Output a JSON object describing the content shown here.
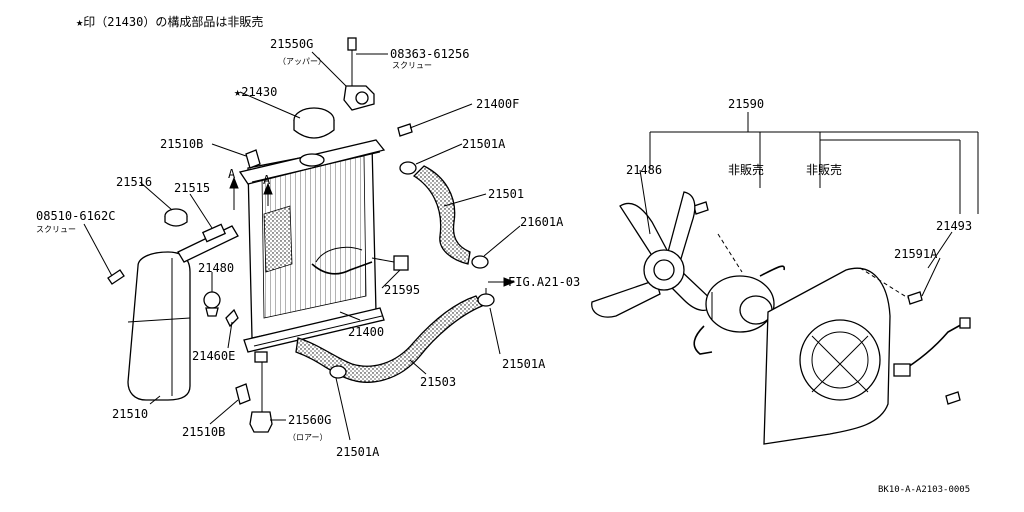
{
  "header_note": "★印（21430）の構成部品は非販売",
  "diagram_code": "BK10-A-A2103-0005",
  "labels": {
    "l21550G": "21550G",
    "l21550G_note": "（アッパー）",
    "l08363": "08363-61256",
    "l08363_note": "スクリュー",
    "l21430": "★21430",
    "l21400F": "21400F",
    "l21510B_top": "21510B",
    "l21501A_1": "21501A",
    "l21516": "21516",
    "l21515": "21515",
    "lA_1": "A",
    "lA_2": "A",
    "l21501": "21501",
    "l08510": "08510-6162C",
    "l08510_note": "スクリュー",
    "l21501A_2": "21601A",
    "l21480": "21480",
    "fig_ref": "FIG.A21-03",
    "l21595": "21595",
    "l21400": "21400",
    "l21460E": "21460E",
    "l21501A_3": "21501A",
    "l21503": "21503",
    "l21510": "21510",
    "l21560G": "21560G",
    "l21560G_note": "（ロアー）",
    "l21510B_bottom": "21510B",
    "l21501A_4": "21501A",
    "l21590": "21590",
    "l21486": "21486",
    "not_sold_1": "非販売",
    "not_sold_2": "非販売",
    "l21493": "21493",
    "l21591A": "21591A"
  }
}
